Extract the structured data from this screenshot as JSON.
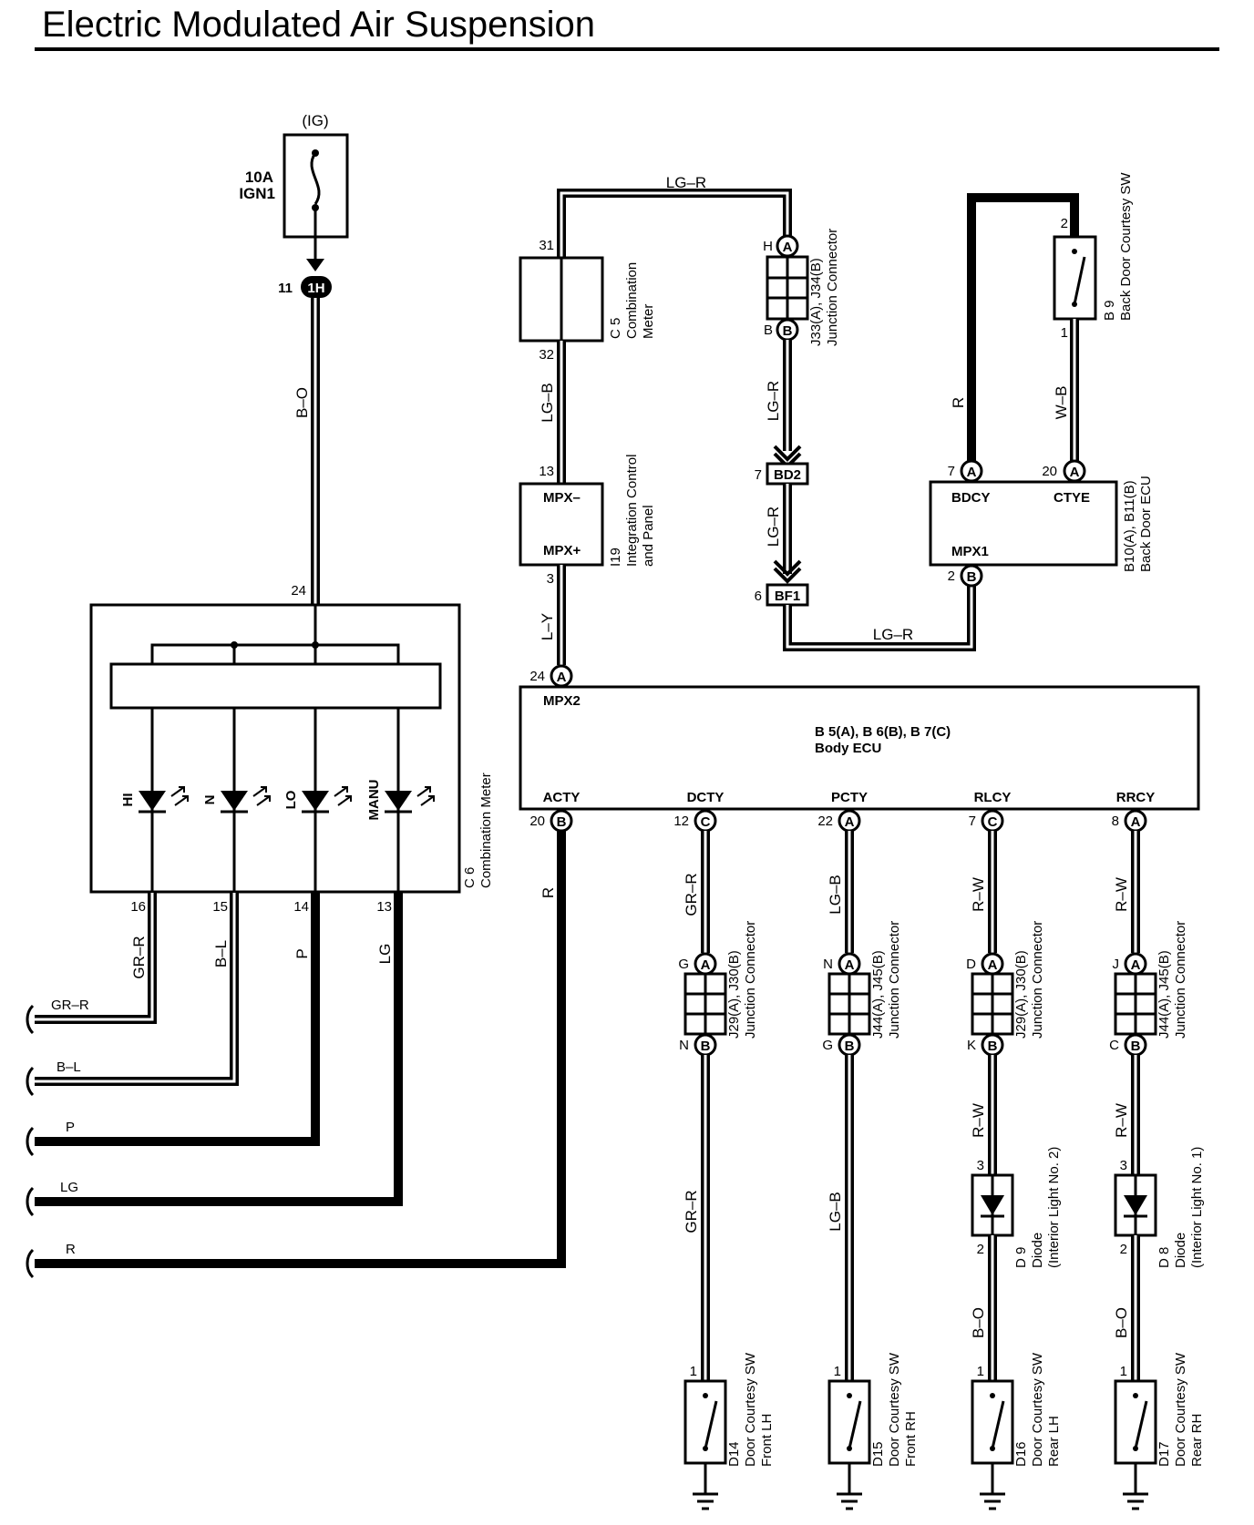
{
  "title": "Electric Modulated Air Suspension",
  "fuse": {
    "source": "(IG)",
    "rating": "10A",
    "name": "IGN1",
    "pin": "11",
    "connector": "1H"
  },
  "wire_colors": {
    "bo": "B–O",
    "lgr": "LG–R",
    "lgb": "LG–B",
    "ly": "L–Y",
    "r": "R",
    "wb": "W–B",
    "grr": "GR–R",
    "bl": "B–L",
    "p": "P",
    "lg": "LG",
    "rw": "R–W"
  },
  "combo_meter_c5": {
    "ref": "C 5",
    "name_line1": "Combination",
    "name_line2": "Meter",
    "pin_top": "31",
    "pin_bottom": "32"
  },
  "integration_panel": {
    "ref": "I19",
    "name_line1": "Integration Control",
    "name_line2": "and Panel",
    "pin_top": "13",
    "pin_bottom": "3",
    "label_top": "MPX–",
    "label_bottom": "MPX+"
  },
  "junction_j33": {
    "ref": "J33(A), J34(B)",
    "name": "Junction Connector",
    "pin_top": "H",
    "pin_bottom": "B",
    "conn_top": "A",
    "conn_bottom": "B"
  },
  "bd2": {
    "pin": "7",
    "label": "BD2"
  },
  "bf1": {
    "pin": "6",
    "label": "BF1"
  },
  "back_door_sw": {
    "ref": "B 9",
    "name": "Back Door Courtesy SW",
    "pin_top": "2",
    "pin_bottom": "1"
  },
  "back_door_ecu": {
    "ref": "B10(A), B11(B)",
    "name": "Back Door ECU",
    "pin1": "7",
    "conn1": "A",
    "label1": "BDCY",
    "pin2": "20",
    "conn2": "A",
    "label2": "CTYE",
    "pin3": "2",
    "conn3": "B",
    "label3": "MPX1"
  },
  "body_ecu": {
    "ref": "B 5(A), B 6(B), B 7(C)",
    "name": "Body ECU",
    "mpx2_pin": "24",
    "mpx2_conn": "A",
    "mpx2_label": "MPX2",
    "terminals": [
      {
        "label": "ACTY",
        "pin": "20",
        "conn": "B"
      },
      {
        "label": "DCTY",
        "pin": "12",
        "conn": "C"
      },
      {
        "label": "PCTY",
        "pin": "22",
        "conn": "A"
      },
      {
        "label": "RLCY",
        "pin": "7",
        "conn": "C"
      },
      {
        "label": "RRCY",
        "pin": "8",
        "conn": "A"
      }
    ]
  },
  "combo_meter_c6": {
    "ref": "C 6",
    "name": "Combination Meter",
    "pin_top": "24",
    "leds": [
      "HI",
      "N",
      "LO",
      "MANU"
    ],
    "pins": [
      "16",
      "15",
      "14",
      "13"
    ]
  },
  "left_outputs": [
    "GR–R",
    "B–L",
    "P",
    "LG",
    "R"
  ],
  "junctions": [
    {
      "ref": "J29(A), J30(B)",
      "name": "Junction Connector",
      "pin_top": "G",
      "pin_bottom": "N",
      "conn_top": "A",
      "conn_bottom": "B"
    },
    {
      "ref": "J44(A), J45(B)",
      "name": "Junction Connector",
      "pin_top": "N",
      "pin_bottom": "G",
      "conn_top": "A",
      "conn_bottom": "B"
    },
    {
      "ref": "J29(A), J30(B)",
      "name": "Junction Connector",
      "pin_top": "D",
      "pin_bottom": "K",
      "conn_top": "A",
      "conn_bottom": "B"
    },
    {
      "ref": "J44(A), J45(B)",
      "name": "Junction Connector",
      "pin_top": "J",
      "pin_bottom": "C",
      "conn_top": "A",
      "conn_bottom": "B"
    }
  ],
  "diodes": [
    {
      "ref": "D 9",
      "name_line1": "Diode",
      "name_line2": "(Interior Light No. 2)",
      "pin_top": "3",
      "pin_bottom": "2"
    },
    {
      "ref": "D 8",
      "name_line1": "Diode",
      "name_line2": "(Interior Light No. 1)",
      "pin_top": "3",
      "pin_bottom": "2"
    }
  ],
  "door_switches": [
    {
      "ref": "D14",
      "name_line1": "Door Courtesy SW",
      "name_line2": "Front LH",
      "pin": "1"
    },
    {
      "ref": "D15",
      "name_line1": "Door Courtesy SW",
      "name_line2": "Front RH",
      "pin": "1"
    },
    {
      "ref": "D16",
      "name_line1": "Door Courtesy SW",
      "name_line2": "Rear LH",
      "pin": "1"
    },
    {
      "ref": "D17",
      "name_line1": "Door Courtesy SW",
      "name_line2": "Rear RH",
      "pin": "1"
    }
  ]
}
